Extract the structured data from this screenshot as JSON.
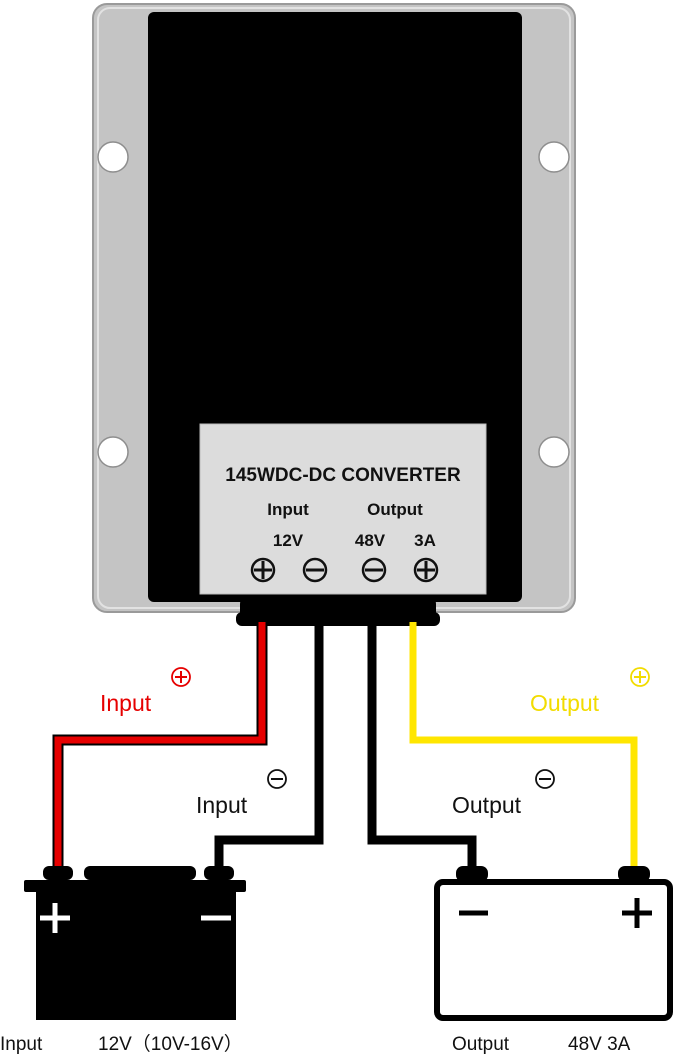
{
  "label_panel": {
    "title": "145WDC-DC CONVERTER",
    "input_heading": "Input",
    "input_voltage": "12V",
    "output_heading": "Output",
    "output_voltage": "48V",
    "output_current": "3A"
  },
  "wires": {
    "input_positive": {
      "label": "Input",
      "color": "#e60000"
    },
    "input_negative": {
      "label": "Input",
      "color": "#000000"
    },
    "output_negative": {
      "label": "Output",
      "color": "#000000"
    },
    "output_positive": {
      "label": "Output",
      "color": "#ffe600"
    }
  },
  "batteries": {
    "input_caption": "Input",
    "input_rating": "12V（10V-16V）",
    "output_caption": "Output",
    "output_rating": "48V 3A"
  },
  "colors": {
    "housing": "#c4c4c4",
    "housing_shadow": "#9a9a9a",
    "body": "#000000",
    "panel": "#dcdcdc",
    "red": "#e60000",
    "yellow": "#ffe600"
  }
}
